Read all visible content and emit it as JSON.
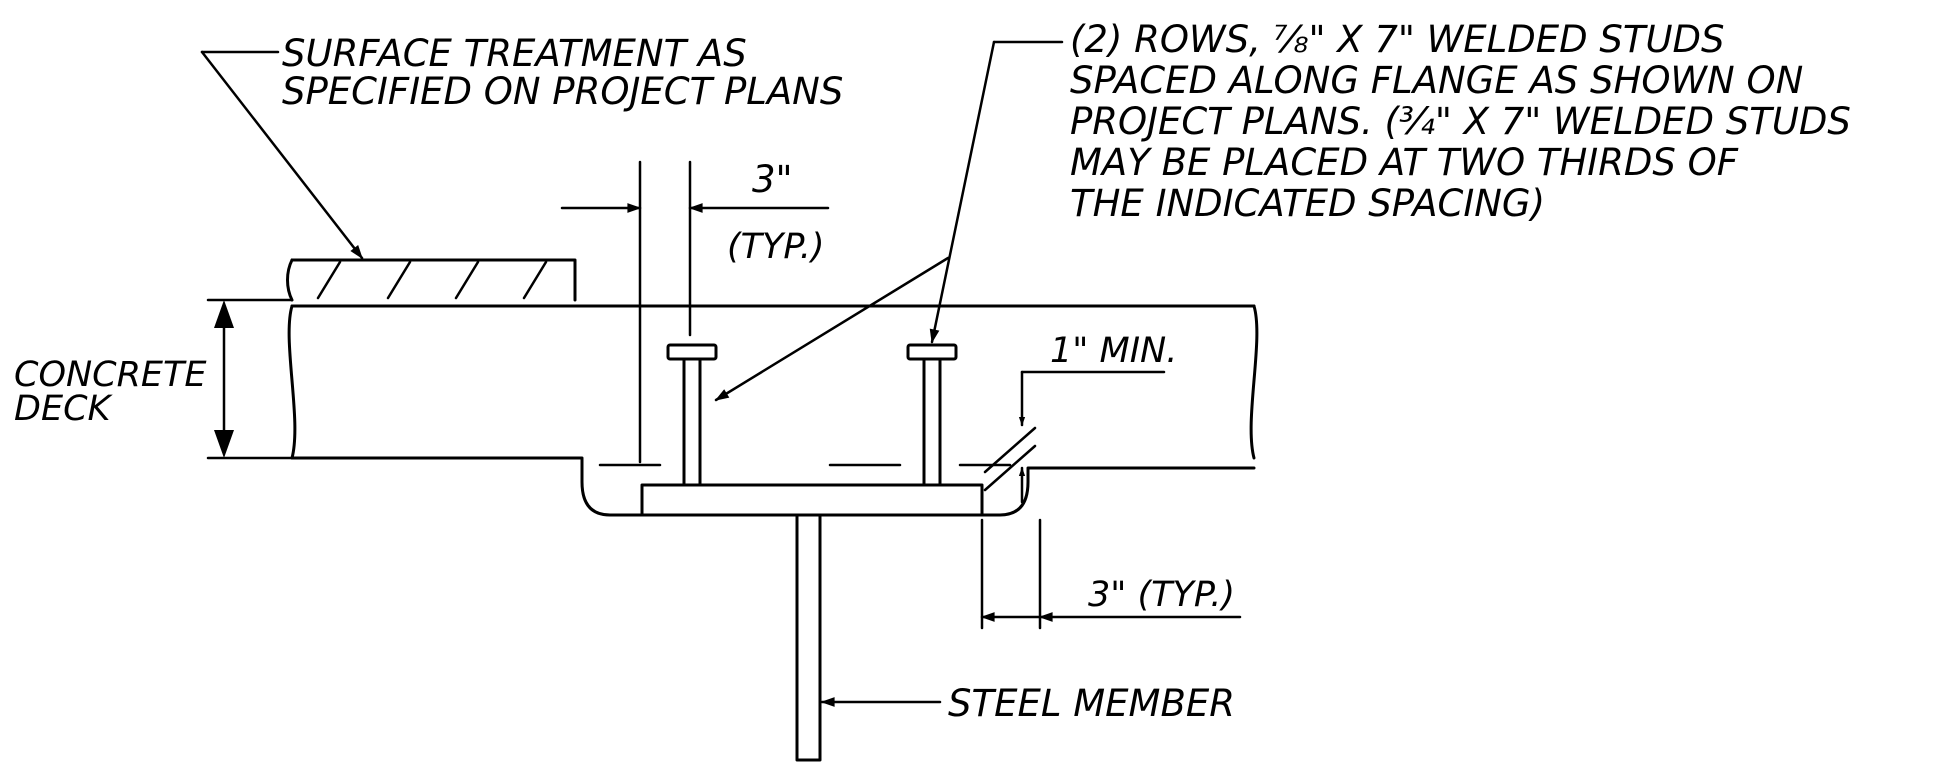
{
  "labels": {
    "surface_line1": "SURFACE TREATMENT AS",
    "surface_line2": "SPECIFIED ON PROJECT PLANS",
    "studs_line1": "(2) ROWS, ⅞\" X 7\" WELDED STUDS",
    "studs_line2": "SPACED ALONG FLANGE AS SHOWN ON",
    "studs_line3": "PROJECT PLANS. (¾\" X 7\" WELDED STUDS",
    "studs_line4": "MAY BE PLACED AT TWO THIRDS OF",
    "studs_line5": "THE INDICATED SPACING)",
    "dim_3in": "3\"",
    "dim_typ": "(TYP.)",
    "concrete_line1": "CONCRETE",
    "concrete_line2": "DECK",
    "min_1in": "1\" MIN.",
    "dim_3in_typ": "3\" (TYP.)",
    "steel_member": "STEEL MEMBER"
  },
  "colors": {
    "ink": "#000000",
    "paper": "#ffffff"
  }
}
